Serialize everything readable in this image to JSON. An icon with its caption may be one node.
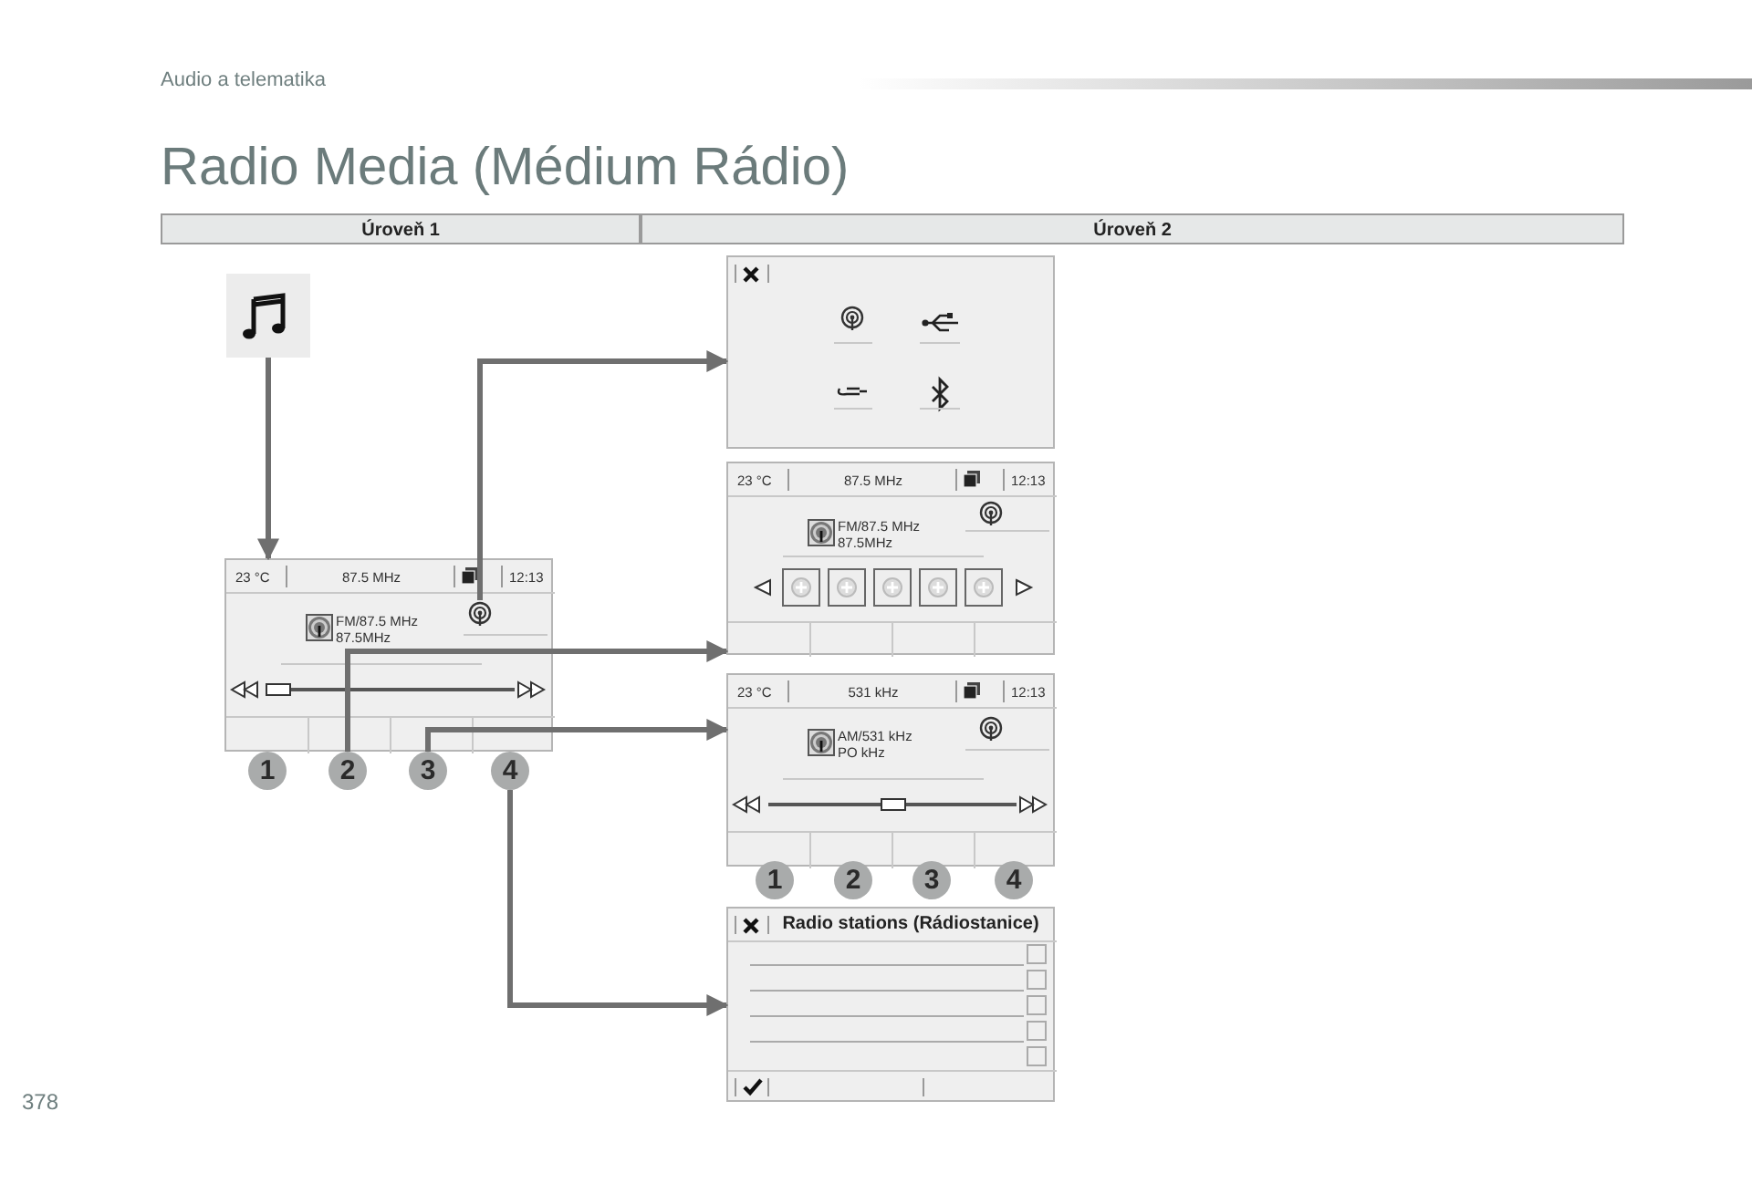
{
  "diagram": {
    "title": "Radio Media (Médium Rádio)",
    "nodes": [
      {
        "text": [],
        "shape": "box"
      },
      {
        "text": [
          "23 °C",
          "87.5 MHz",
          "12:13",
          "FM/87.5 MHz 87.5MHz"
        ]
      },
      {
        "text": [],
        "shape": "circle",
        "in": 1
      },
      {
        "text": [
          "1"
        ]
      },
      {
        "text": [
          "2"
        ]
      },
      {
        "text": [
          "3"
        ]
      },
      {
        "text": [
          "4"
        ]
      },
      {
        "text": [],
        "shape": "box"
      },
      {
        "text": [
          "23 °C",
          "87.5 MHz",
          "12:13",
          "FM/87.5 MHz 87.5MHz"
        ]
      },
      {
        "text": [
          "23 °C",
          "531 kHz",
          "12:13",
          "AM/531 kHz PO kHz"
        ]
      },
      {
        "text": [
          "1"
        ]
      },
      {
        "text": [
          "2"
        ]
      },
      {
        "text": [
          "3"
        ]
      },
      {
        "text": [
          "4"
        ]
      },
      {
        "text": [
          "Radio stations (Rádiostanice)"
        ]
      }
    ],
    "edges": [
      {
        "from": 0,
        "to": 1,
        "arrow": "to"
      },
      {
        "from": 2,
        "to": 7,
        "arrow": "to"
      },
      {
        "from": 4,
        "to": 8,
        "arrow": "to"
      },
      {
        "from": 5,
        "to": 9,
        "arrow": "to"
      },
      {
        "from": 6,
        "to": 14,
        "arrow": "to"
      }
    ],
    "labels": [
      "Audio a telematika",
      "Úroveň 1",
      "Úroveň 2",
      "378"
    ]
  }
}
